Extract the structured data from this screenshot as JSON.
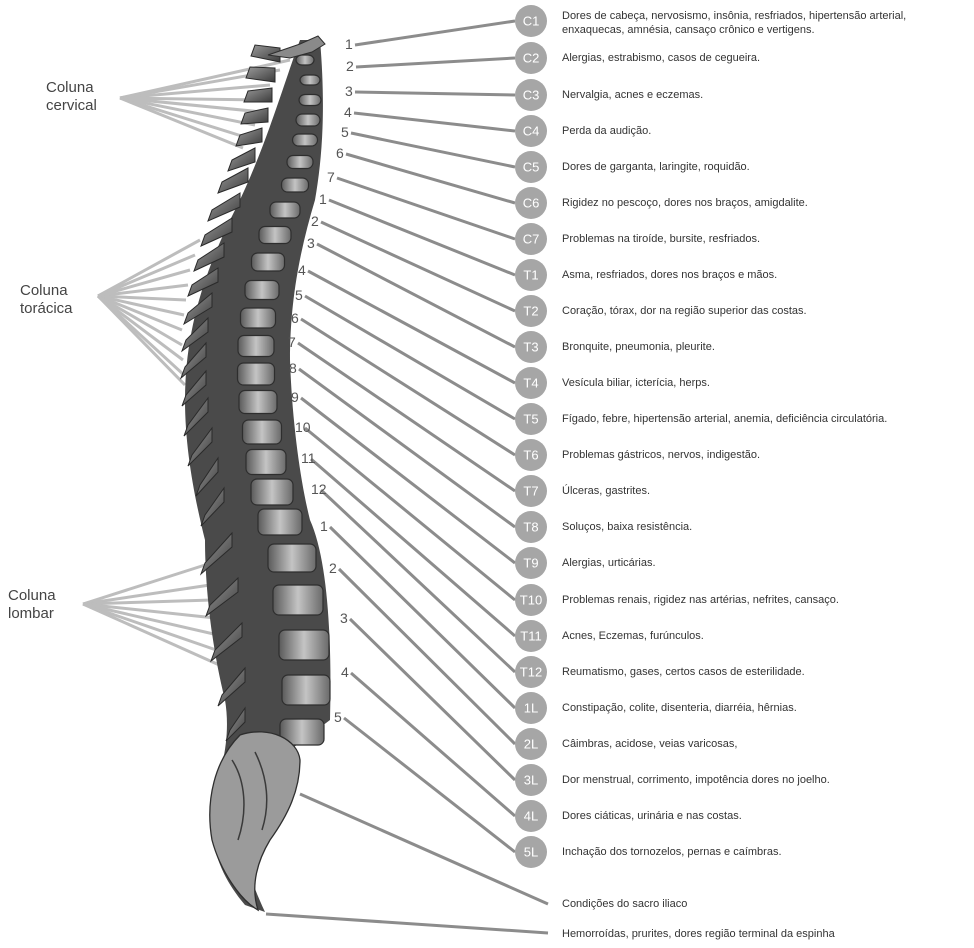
{
  "regions": [
    {
      "id": "cervical",
      "label": "Coluna\ncervical"
    },
    {
      "id": "toracica",
      "label": "Coluna\ntorácica"
    },
    {
      "id": "lombar",
      "label": "Coluna\nlombar"
    }
  ],
  "vertebra_numbers": [
    "1",
    "2",
    "3",
    "4",
    "5",
    "6",
    "7",
    "1",
    "2",
    "3",
    "4",
    "5",
    "6",
    "7",
    "8",
    "9",
    "10",
    "11",
    "12",
    "1",
    "2",
    "3",
    "4",
    "5"
  ],
  "entries": [
    {
      "code": "C1",
      "text": "Dores de cabeça, nervosismo, insônia, resfriados, hipertensão arterial, enxaquecas, amnésia, cansaço crônico e vertigens."
    },
    {
      "code": "C2",
      "text": "Alergias, estrabismo, casos de cegueira."
    },
    {
      "code": "C3",
      "text": "Nervalgia, acnes e eczemas."
    },
    {
      "code": "C4",
      "text": "Perda da audição."
    },
    {
      "code": "C5",
      "text": "Dores de garganta, laringite, roquidão."
    },
    {
      "code": "C6",
      "text": "Rigidez no pescoço, dores nos braços, amigdalite."
    },
    {
      "code": "C7",
      "text": "Problemas na tiroíde, bursite, resfriados."
    },
    {
      "code": "T1",
      "text": "Asma, resfriados, dores nos braços e mãos."
    },
    {
      "code": "T2",
      "text": "Coração, tórax, dor na região superior das costas."
    },
    {
      "code": "T3",
      "text": "Bronquite, pneumonia, pleurite."
    },
    {
      "code": "T4",
      "text": "Vesícula biliar, icterícia, herps."
    },
    {
      "code": "T5",
      "text": "Fígado, febre, hipertensão arterial, anemia, deficiência circulatória."
    },
    {
      "code": "T6",
      "text": "Problemas gástricos, nervos, indigestão."
    },
    {
      "code": "T7",
      "text": "Úlceras, gastrites."
    },
    {
      "code": "T8",
      "text": "Soluços, baixa resistência."
    },
    {
      "code": "T9",
      "text": "Alergias, urticárias."
    },
    {
      "code": "T10",
      "text": "Problemas renais, rigidez nas artérias, nefrites, cansaço."
    },
    {
      "code": "T11",
      "text": "Acnes, Eczemas, furúnculos."
    },
    {
      "code": "T12",
      "text": "Reumatismo, gases, certos casos de esterilidade."
    },
    {
      "code": "1L",
      "text": "Constipação, colite, disenteria, diarréia, hêrnias."
    },
    {
      "code": "2L",
      "text": "Câimbras, acidose, veias varicosas,"
    },
    {
      "code": "3L",
      "text": "Dor menstrual, corrimento, impotência dores no joelho."
    },
    {
      "code": "4L",
      "text": "Dores ciáticas, urinária e nas costas."
    },
    {
      "code": "5L",
      "text": "Inchação dos tornozelos, pernas e caímbras."
    }
  ],
  "extra_entries": [
    {
      "text": "Condições do sacro iliaco"
    },
    {
      "text": "Hemorroídas, prurites, dores região terminal da espinha"
    }
  ],
  "colors": {
    "badge": "#a6a6a6",
    "leader": "#8c8c8c",
    "region_line": "#bdbdbd",
    "bone_dark": "#3a3a3a",
    "bone_light": "#b9b9b9"
  }
}
